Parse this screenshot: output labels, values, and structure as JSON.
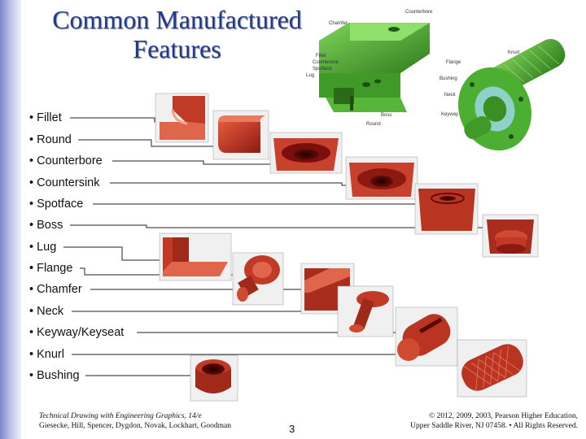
{
  "title_line1": "Common Manufactured",
  "title_line2": "Features",
  "features": [
    {
      "label": "• Fillet"
    },
    {
      "label": "• Round"
    },
    {
      "label": "• Counterbore"
    },
    {
      "label": "• Countersink"
    },
    {
      "label": "• Spotface"
    },
    {
      "label": "• Boss"
    },
    {
      "label": "• Lug"
    },
    {
      "label": "• Flange"
    },
    {
      "label": "• Chamfer"
    },
    {
      "label": "• Neck"
    },
    {
      "label": "• Keyway/Keyseat"
    },
    {
      "label": "• Knurl"
    },
    {
      "label": "• Bushing"
    }
  ],
  "bracket_callouts": {
    "counterbore": "Counterbore",
    "chamfer": "Chamfer",
    "fillet": "Fillet",
    "countersink": "Countersink",
    "spotface": "Spotface",
    "lug": "Lug",
    "boss": "Boss",
    "round": "Round"
  },
  "shaft_callouts": {
    "knurl": "Knurl",
    "flange": "Flange",
    "bushing": "Bushing",
    "neck": "Neck",
    "keyway": "Keyway"
  },
  "footer": {
    "book_title": "Technical Drawing with Engineering Graphics, 14/e",
    "authors": "Giesecke, Hill, Spencer, Dygdon, Novak, Lockhart, Goodman",
    "page_number": "3",
    "copyright_line1": "© 2012, 2009, 2003, Pearson Higher Education,",
    "copyright_line2": "Upper Saddle River, NJ 07458. • All Rights Reserved."
  },
  "colors": {
    "title": "#1f3a93",
    "sidebar": "#7d86c8",
    "part_green": "#4caf32",
    "part_red": "#b3261e"
  }
}
